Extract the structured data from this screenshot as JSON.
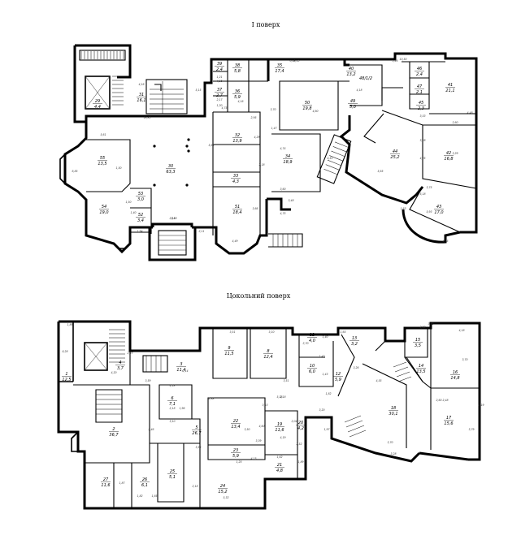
{
  "floor1": {
    "title": "I поверх",
    "rooms": [
      {
        "num": "29",
        "area": "4,4"
      },
      {
        "num": "31",
        "area": "16,1"
      },
      {
        "num": "30",
        "area": "63,3"
      },
      {
        "num": "55",
        "area": "13,5"
      },
      {
        "num": "54",
        "area": "19,0"
      },
      {
        "num": "53",
        "area": "3,0"
      },
      {
        "num": "52",
        "area": "3,4"
      },
      {
        "num": "39",
        "area": "2,4"
      },
      {
        "num": "38",
        "area": "5,8"
      },
      {
        "num": "37",
        "area": "2,7"
      },
      {
        "num": "36",
        "area": "5,9"
      },
      {
        "num": "35",
        "area": "17,4"
      },
      {
        "num": "32",
        "area": "13,9"
      },
      {
        "num": "33",
        "area": "4,3"
      },
      {
        "num": "51",
        "area": "18,4"
      },
      {
        "num": "50",
        "area": "19,8"
      },
      {
        "num": "34",
        "area": "18,9"
      },
      {
        "num": "40",
        "area": "13,2"
      },
      {
        "num": "48/1/2",
        "area": ""
      },
      {
        "num": "49",
        "area": "5,0"
      },
      {
        "num": "46",
        "area": "2,4"
      },
      {
        "num": "47",
        "area": "2,1"
      },
      {
        "num": "45",
        "area": "2,3"
      },
      {
        "num": "41",
        "area": "21,1"
      },
      {
        "num": "44",
        "area": "25,2"
      },
      {
        "num": "42",
        "area": "16,8"
      },
      {
        "num": "43",
        "area": "17,0"
      }
    ],
    "dims": [
      "4,16",
      "18,85",
      "5,15",
      "5,61",
      "1,50",
      "6,85",
      "2,18",
      "2,11",
      "4,49",
      "2,18",
      "1,94",
      "1,50",
      "1,40",
      "4,16",
      "2,17",
      "4,75",
      "8,45",
      "6,40",
      "1,21",
      "1,20",
      "4,16",
      "2,95",
      "1,47",
      "2,18",
      "5,65",
      "4,29",
      "4,74",
      "4,51",
      "5,65",
      "3,66",
      "3,60",
      "3,48",
      "4,75",
      "4,60",
      "3,70",
      "4,18",
      "5,26",
      "3,53",
      "4,25",
      "10,50",
      "3,28",
      "3,29",
      "2,60",
      "4,48",
      "5,18",
      "5,93",
      "3,75",
      "1,63",
      "4,75"
    ]
  },
  "floor0": {
    "title": "Цокольний поверх",
    "rooms": [
      {
        "num": "1",
        "area": "12,5"
      },
      {
        "num": "4",
        "area": "3,7"
      },
      {
        "num": "3",
        "area": "11,4"
      },
      {
        "num": "2",
        "area": "36,7"
      },
      {
        "num": "6",
        "area": "7,1"
      },
      {
        "num": "5",
        "area": "26,7"
      },
      {
        "num": "9",
        "area": "11,5"
      },
      {
        "num": "8",
        "area": "12,4"
      },
      {
        "num": "11",
        "area": "4,0"
      },
      {
        "num": "10",
        "area": "6,0"
      },
      {
        "num": "12",
        "area": "5,9"
      },
      {
        "num": "13",
        "area": "3,2"
      },
      {
        "num": "22",
        "area": "13,4"
      },
      {
        "num": "23",
        "area": "5,9"
      },
      {
        "num": "19",
        "area": "11,6"
      },
      {
        "num": "20",
        "area": "4,2"
      },
      {
        "num": "21",
        "area": "4,8"
      },
      {
        "num": "27",
        "area": "11,6"
      },
      {
        "num": "26",
        "area": "6,1"
      },
      {
        "num": "25",
        "area": "5,1"
      },
      {
        "num": "24",
        "area": "15,2"
      },
      {
        "num": "15",
        "area": "3,5"
      },
      {
        "num": "14",
        "area": "13,5"
      },
      {
        "num": "16",
        "area": "14,8"
      },
      {
        "num": "18",
        "area": "30,1"
      },
      {
        "num": "17",
        "area": "15,6"
      }
    ],
    "dims": [
      "1,89",
      "8,28",
      "4,20",
      "2,37",
      "2,14",
      "3,59",
      "4,18",
      "3,51",
      "3,10",
      "3,51",
      "2,70",
      "1,40",
      "1,43",
      "1,43",
      "1,65",
      "3,26",
      "1,82",
      "2,18",
      "2,88",
      "3,53",
      "5,16",
      "3,53",
      "3,10",
      "1,96",
      "2,18",
      "2,46",
      "3,50",
      "3,39",
      "4,15",
      "1,25",
      "1,62",
      "4,19",
      "2,04",
      "2,52",
      "1,89",
      "1,97",
      "3,20",
      "5,32",
      "1,85",
      "1,82",
      "1,87",
      "2,18",
      "4,60",
      "3,83",
      "3,60",
      "4,18",
      "2,48",
      "3,70",
      "3,79",
      "3,70",
      "3,28",
      "4,55",
      "2,60",
      "4,19"
    ]
  }
}
